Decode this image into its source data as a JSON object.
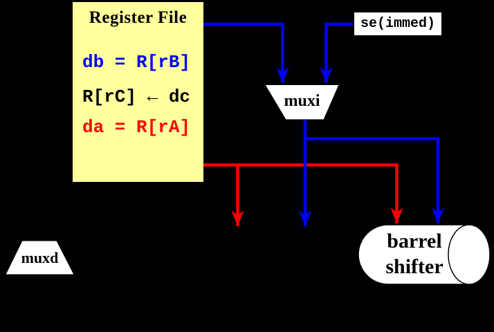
{
  "diagram": {
    "register_file": {
      "title": "Register File",
      "output_db": "db = R[rB]",
      "transfer_rc": "R[rC] ← dc",
      "output_da": "da = R[rA]"
    },
    "sign_extend": {
      "label": "se(immed)"
    },
    "muxi": {
      "label": "muxi"
    },
    "muxd": {
      "label": "muxd"
    },
    "barrel_shifter": {
      "label_line1": "barrel",
      "label_line2": "shifter"
    },
    "colors": {
      "background": "#000000",
      "register_file_fill": "#FFFF9E",
      "wire_blue": "#0000FF",
      "wire_red": "#FF0000",
      "shape_fill": "#FFFFFF",
      "text_black": "#000000"
    }
  }
}
